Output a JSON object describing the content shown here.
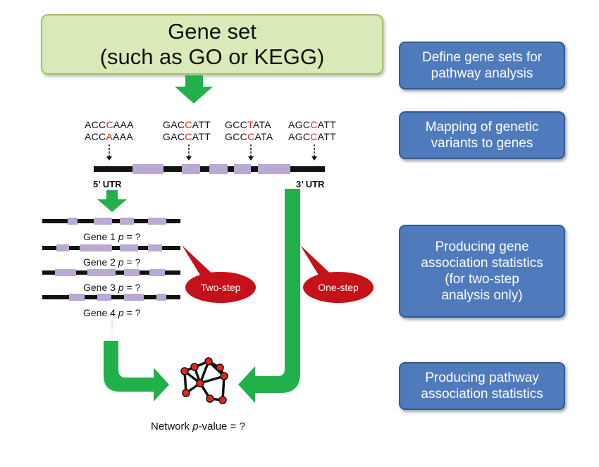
{
  "gene_set": {
    "line1": "Gene set",
    "line2": "(such as GO or KEGG)"
  },
  "steps": [
    {
      "lines": [
        "Define gene sets for",
        "pathway analysis"
      ]
    },
    {
      "lines": [
        "Mapping of genetic",
        "variants to genes"
      ]
    },
    {
      "lines": [
        "Producing gene",
        "association statistics",
        "(for two-step",
        "analysis only)"
      ]
    },
    {
      "lines": [
        "Producing pathway",
        "association statistics"
      ]
    }
  ],
  "sequences": [
    {
      "top": [
        "ACC",
        "C",
        "AAA"
      ],
      "bottom": [
        "ACC",
        "A",
        "AAA"
      ]
    },
    {
      "top": [
        "GAC",
        "C",
        "ATT"
      ],
      "bottom": [
        "GAC",
        "C",
        "ATT"
      ]
    },
    {
      "top": [
        "GCC",
        "T",
        "ATA"
      ],
      "bottom": [
        "GCC",
        "C",
        "ATA"
      ]
    },
    {
      "top": [
        "AGC",
        "C",
        "ATT"
      ],
      "bottom": [
        "AGC",
        "C",
        "ATT"
      ]
    }
  ],
  "utr": {
    "five": "5’ UTR",
    "three": "3’ UTR"
  },
  "genes": [
    {
      "name": "Gene 1",
      "p": "p",
      "rest": " = ?"
    },
    {
      "name": "Gene 2",
      "p": "p",
      "rest": " = ?"
    },
    {
      "name": "Gene 3",
      "p": "p",
      "rest": " = ?"
    },
    {
      "name": "Gene 4",
      "p": "p",
      "rest": " = ?"
    }
  ],
  "callouts": {
    "two_step": "Two-step",
    "one_step": "One-step"
  },
  "network": {
    "prefix": "Network ",
    "p": "p",
    "suffix": "-value = ?"
  },
  "colors": {
    "gene_set_fill": "#d9eab8",
    "step_box_fill": "#4f7bbd",
    "arrow_green": "#22b04b",
    "exon": "#b9a9d3",
    "callout_red": "#c4111a",
    "variant_red": "#e3261d"
  }
}
